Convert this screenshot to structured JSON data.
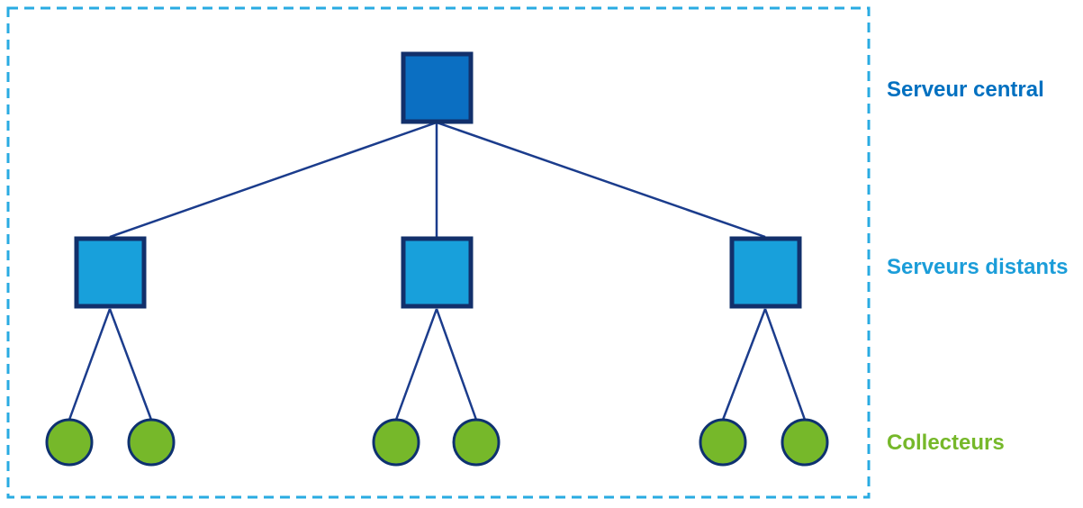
{
  "diagram": {
    "type": "tree-topology",
    "labels": {
      "central": "Serveur central",
      "remote": "Serveurs distants",
      "collectors": "Collecteurs"
    },
    "node_counts": {
      "central_servers": 1,
      "remote_servers": 3,
      "collectors": 6
    },
    "structure": {
      "root": "central-server",
      "children_per_root": 3,
      "collectors_per_remote_server": 2
    },
    "colors": {
      "central_fill": "#0b6fc2",
      "remote_fill": "#18a0db",
      "collector_fill": "#76b82a",
      "node_border": "#12306b",
      "circle_border": "#0e3170",
      "connector_line": "#1b3c8c",
      "dashed_boundary": "#29abe2",
      "label_central": "#0070c0",
      "label_remote": "#1b9dd9",
      "label_collectors": "#76b82a"
    }
  }
}
